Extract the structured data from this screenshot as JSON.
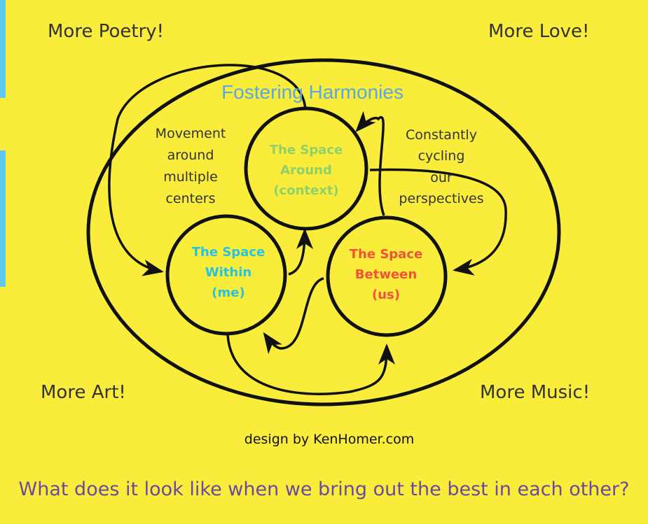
{
  "corners": {
    "top_left": "More Poetry!",
    "top_right": "More Love!",
    "bottom_left": "More Art!",
    "bottom_right": "More Music!"
  },
  "diagram": {
    "title": "Fostering Harmonies",
    "left_note": [
      "Movement",
      "around",
      "multiple",
      "centers"
    ],
    "right_note": [
      "Constantly",
      "cycling",
      "our",
      "perspectives"
    ],
    "circles": {
      "around": {
        "lines": [
          "The Space",
          "Around",
          "(context)"
        ],
        "color": "#8fd06a"
      },
      "within": {
        "lines": [
          "The Space",
          "Within",
          "(me)"
        ],
        "color": "#27c4e0"
      },
      "between": {
        "lines": [
          "The Space",
          "Between",
          "(us)"
        ],
        "color": "#f0523a"
      }
    },
    "title_color": "#5aa8e0"
  },
  "credit": "design by KenHomer.com",
  "question": "What does it look like when we bring out the best in each other?"
}
